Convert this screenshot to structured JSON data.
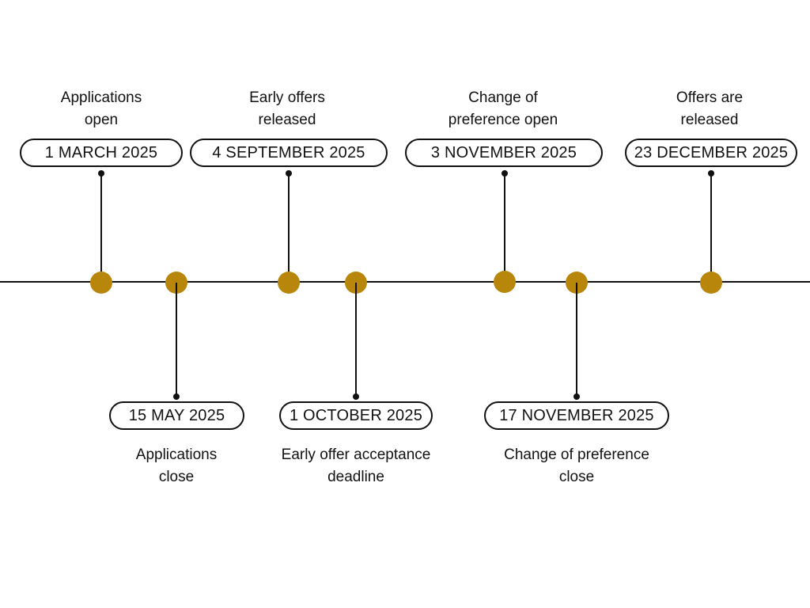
{
  "colors": {
    "node": "#b8860b",
    "line": "#111111"
  },
  "events": [
    {
      "date": "1 MARCH 2025",
      "caption": [
        "Applications",
        "open"
      ]
    },
    {
      "date": "15 MAY 2025",
      "caption": [
        "Applications",
        "close"
      ]
    },
    {
      "date": "4 SEPTEMBER 2025",
      "caption": [
        "Early offers",
        "released"
      ]
    },
    {
      "date": "1 OCTOBER 2025",
      "caption": [
        "Early offer acceptance",
        "deadline"
      ]
    },
    {
      "date": "3 NOVEMBER 2025",
      "caption": [
        "Change of",
        "preference open"
      ]
    },
    {
      "date": "17 NOVEMBER 2025",
      "caption": [
        "Change of preference",
        "close"
      ]
    },
    {
      "date": "23 DECEMBER 2025",
      "caption": [
        "Offers are",
        "released"
      ]
    }
  ]
}
